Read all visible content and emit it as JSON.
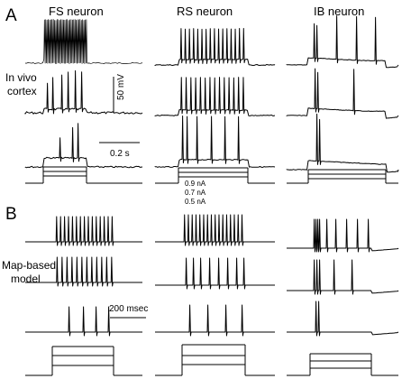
{
  "panels": {
    "a": "A",
    "b": "B"
  },
  "columns": {
    "fs": "FS neuron",
    "rs": "RS neuron",
    "ib": "IB neuron"
  },
  "side_labels": {
    "in_vivo_1": "In vivo",
    "in_vivo_2": "cortex",
    "model_1": "Map-based",
    "model_2": "model"
  },
  "scale_bars": {
    "voltage": "50 mV",
    "time_a": "0.2 s",
    "time_b": "200 msec"
  },
  "currents": [
    "0.9 nA",
    "0.7 nA",
    "0.5 nA"
  ],
  "stroke_color": "#000000"
}
